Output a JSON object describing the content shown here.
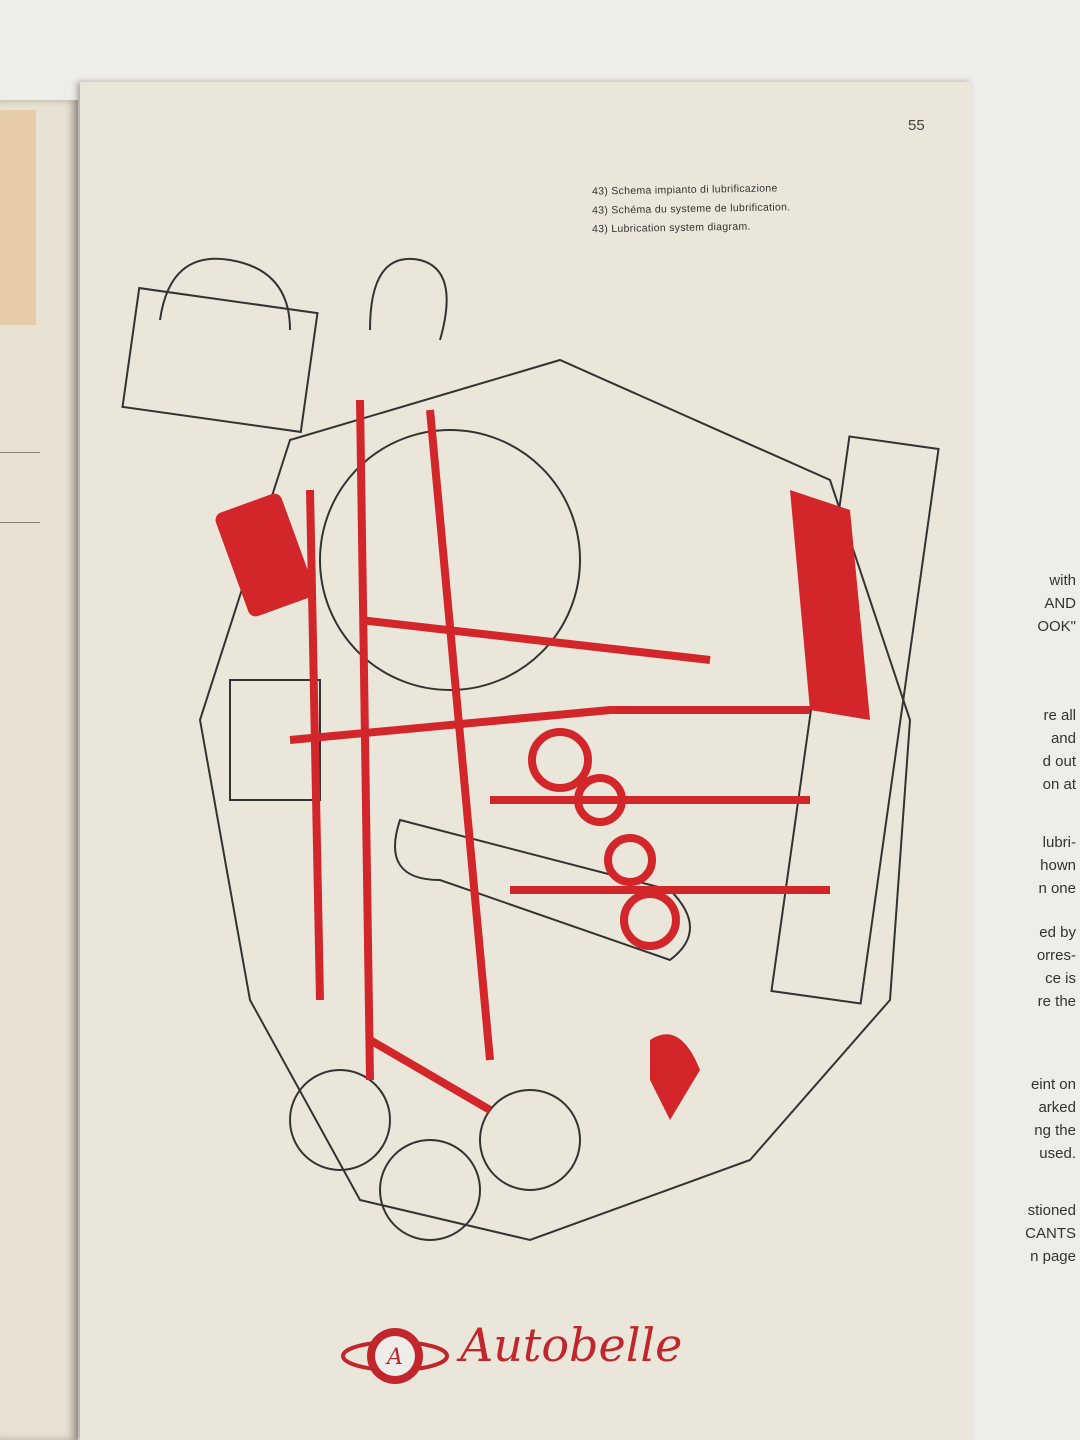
{
  "page_number": "55",
  "captions": [
    "43) Schema impianto di lubrificazione",
    "43) Schéma du systeme de lubrification.",
    "43) Lubrication system diagram."
  ],
  "left_page_fragments": [
    "with",
    "AND",
    "OOK\"",
    "re all",
    "and",
    "d out",
    "on at",
    "lubri-",
    "hown",
    "n one",
    "ed by",
    "orres-",
    "ce is",
    "re the",
    "eint on",
    "arked",
    "ng the",
    "used.",
    "stioned",
    "CANTS",
    "n page"
  ],
  "logo": {
    "text": "Autobelle",
    "color": "#c0262c"
  },
  "colors": {
    "oil_red": "#d3262b",
    "paper": "#ebe6da"
  }
}
